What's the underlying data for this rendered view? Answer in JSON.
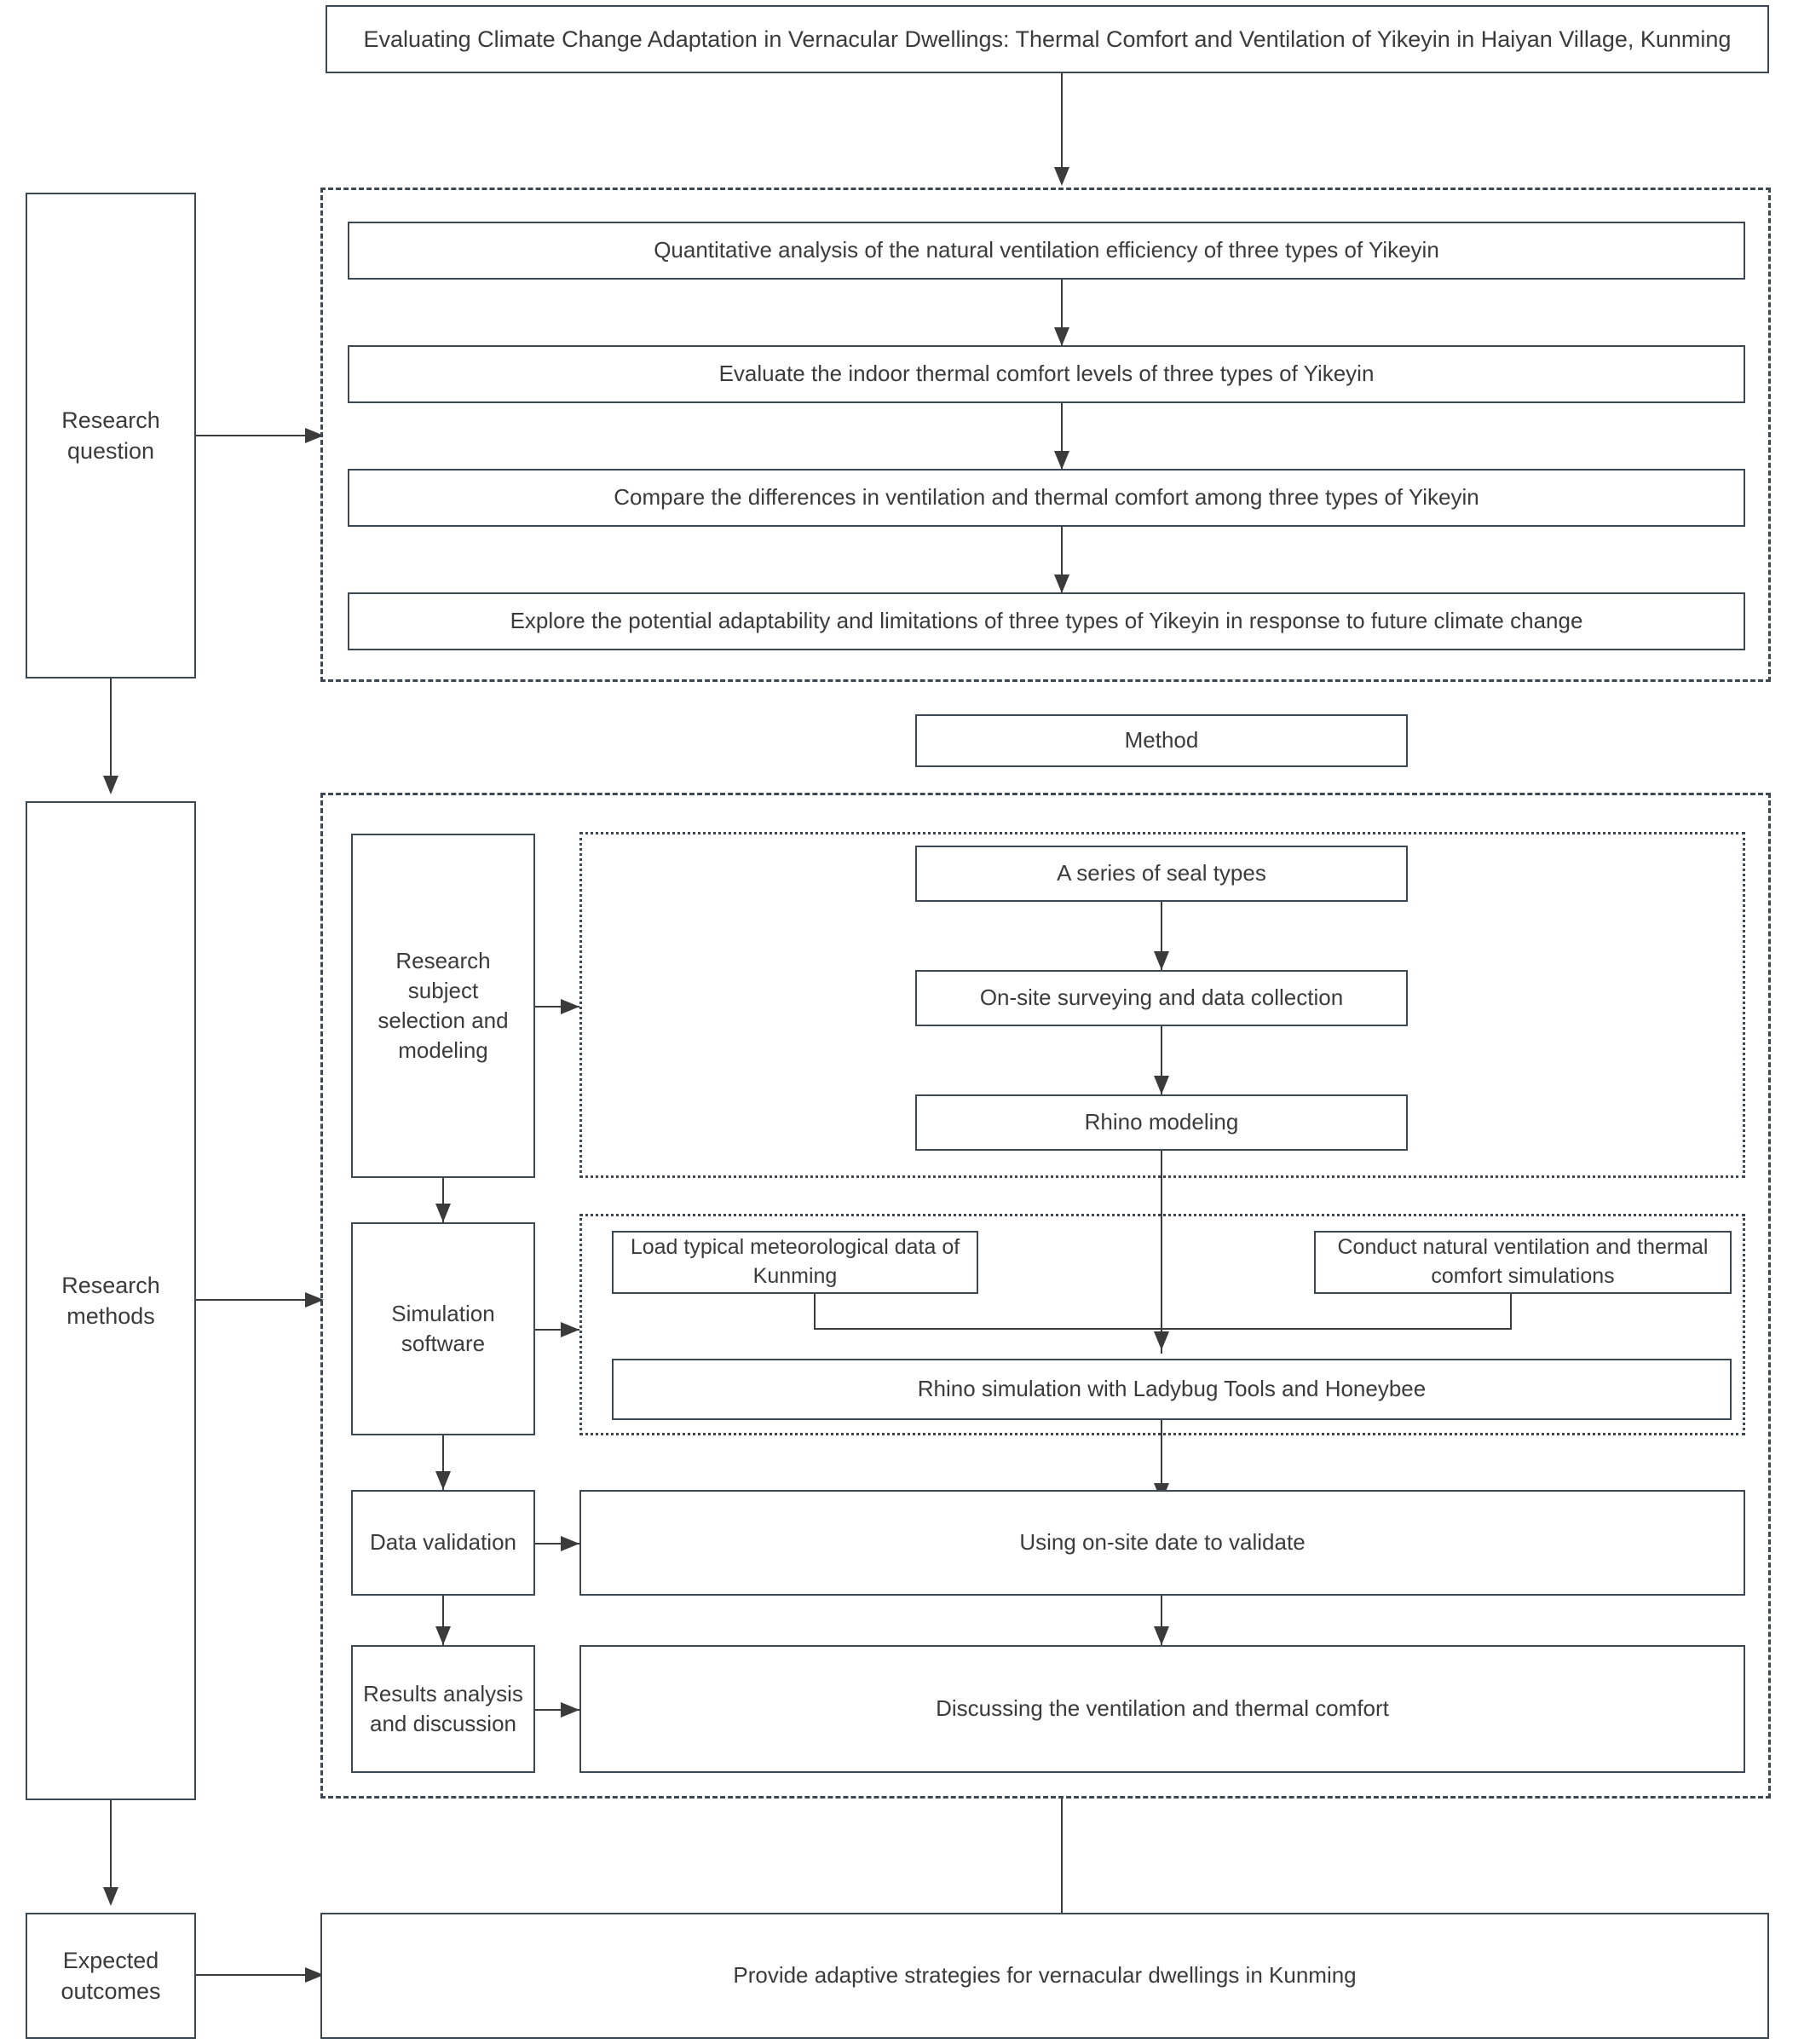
{
  "diagram": {
    "title_box": {
      "label": "Evaluating Climate Change Adaptation in Vernacular Dwellings: Thermal Comfort and Ventilation of Yikeyin in Haiyan Village, Kunming"
    },
    "left_column": [
      {
        "label": "Research\nquestion"
      },
      {
        "label": "Research\nmethods"
      },
      {
        "label": "Expected\noutcomes"
      }
    ],
    "left_labels": {
      "research_question": "Research question",
      "research_methods": "Research methods",
      "expected_outcomes": "Expected outcomes"
    },
    "research_questions": [
      {
        "label": "Quantitative analysis of the natural ventilation efficiency of three types of Yikeyin"
      },
      {
        "label": "Evaluate the indoor thermal comfort levels of three types of Yikeyin"
      },
      {
        "label": "Compare the differences in ventilation and thermal comfort among three types of Yikeyin"
      },
      {
        "label": "Explore the potential adaptability and limitations of three types of Yikeyin in response to future climate change"
      }
    ],
    "method_header": {
      "label": "Method"
    },
    "method_stages": [
      {
        "label": "Research subject selection and modeling"
      },
      {
        "label": "Simulation software"
      },
      {
        "label": "Data validation"
      },
      {
        "label": "Results analysis and discussion"
      }
    ],
    "modeling_steps": [
      {
        "label": "A series of seal types"
      },
      {
        "label": "On-site surveying and data collection"
      },
      {
        "label": "Rhino modeling"
      }
    ],
    "simulation_inputs": [
      {
        "label": "Load typical meteorological data of Kunming"
      },
      {
        "label": "Conduct natural ventilation and thermal comfort simulations"
      }
    ],
    "simulation_engine": {
      "label": "Rhino simulation with Ladybug Tools and Honeybee"
    },
    "validation_box": {
      "label": "Using on-site date to validate"
    },
    "discussion_box": {
      "label": "Discussing the ventilation and thermal comfort"
    },
    "outcome_box": {
      "label": "Provide adaptive strategies for vernacular dwellings in Kunming"
    },
    "colors": {
      "border": "#3d4853",
      "text": "#3b3b3b",
      "background": "#ffffff",
      "connector": "#3b3b3b"
    }
  }
}
